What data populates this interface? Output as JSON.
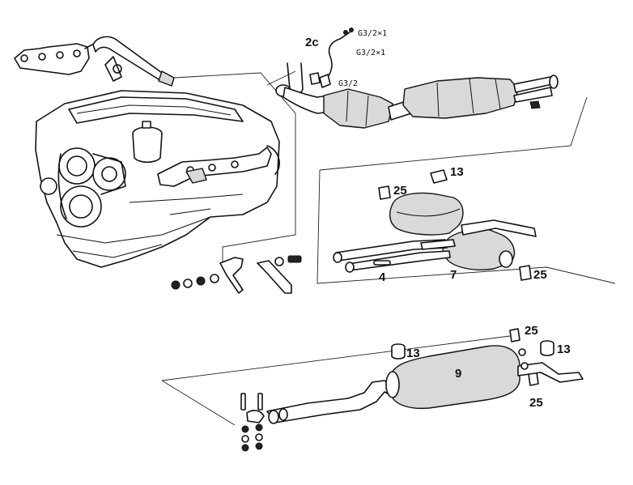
{
  "labels": {
    "c2": "2c",
    "g3_2x1_a": "G3/2×1",
    "g3_2x1_b": "G3/2×1",
    "g3_2": "G3/2",
    "l13_top": "13",
    "l25_a": "25",
    "l4": "4",
    "l7": "7",
    "l25_b": "25",
    "l25_c": "25",
    "l13_mid": "13",
    "l13_right": "13",
    "l9": "9",
    "l25_d": "25"
  }
}
